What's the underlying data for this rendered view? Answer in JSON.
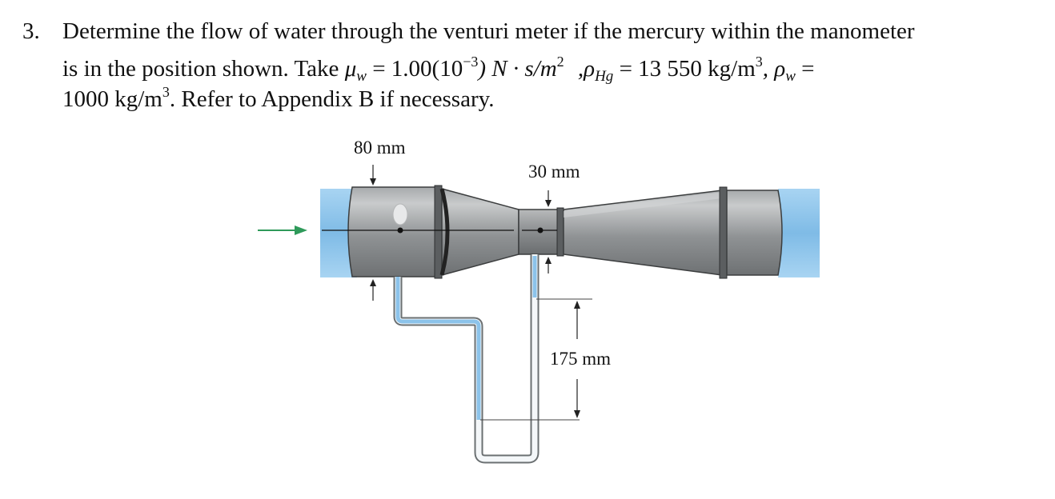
{
  "problem": {
    "number": "3.",
    "line1": "Determine the flow of water through the venturi meter if the mercury within the manometer",
    "line2_a": "is in the position shown. Take",
    "mu_symbol": "μ",
    "mu_sub": "w",
    "mu_value": "= 1.00(10",
    "mu_exp": "−3",
    "mu_units": ") N · s/m",
    "mu_units_exp": "2",
    "rho_hg_prefix": ",ρ",
    "rho_hg_sub": "Hg",
    "rho_hg_value": "= 13 550 kg/m",
    "rho_hg_exp": "3",
    "rho_w_prefix": ",  ρ",
    "rho_w_sub": "w",
    "rho_w_eq": "=",
    "line3_value": "1000 kg/m",
    "line3_exp": "3",
    "line3_tail": ". Refer to Appendix B if necessary."
  },
  "diagram": {
    "inlet_diameter_label": "80 mm",
    "throat_diameter_label": "30 mm",
    "manometer_height_label": "175 mm",
    "colors": {
      "pipe_body": "#8f9294",
      "pipe_highlight": "#c9cbcc",
      "water": "#8cc3ea",
      "flow_arrow": "#2f9a5a",
      "tube": "#c8e2f5"
    }
  }
}
